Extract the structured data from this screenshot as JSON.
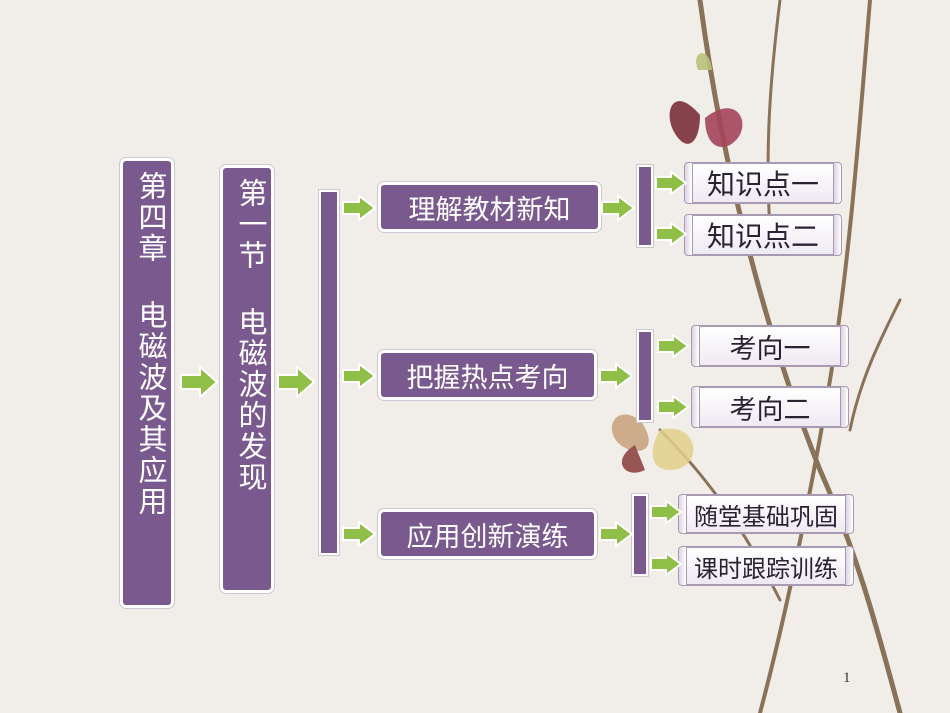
{
  "chapter": "第四章 电磁波及其应用",
  "section": "第一节 电磁波的发现",
  "topics": [
    {
      "label": "理解教材新知",
      "items": [
        "知识点一",
        "知识点二"
      ]
    },
    {
      "label": "把握热点考向",
      "items": [
        "考向一",
        "考向二"
      ]
    },
    {
      "label": "应用创新演练",
      "items": [
        "随堂基础巩固",
        "课时跟踪训练"
      ]
    }
  ],
  "page_number": "1",
  "colors": {
    "box": "#7a5a8e",
    "arrow": "#8fbf46",
    "background": "#f1eeea"
  }
}
